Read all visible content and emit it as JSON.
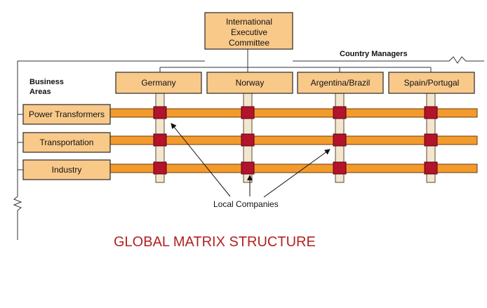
{
  "executive": {
    "lines": [
      "International",
      "Executive",
      "Committee"
    ]
  },
  "country_managers_label": "Country Managers",
  "business_areas_label": [
    "Business",
    "Areas"
  ],
  "countries": [
    "Germany",
    "Norway",
    "Argentina/Brazil",
    "Spain/Portugal"
  ],
  "business_areas": [
    "Power Transformers",
    "Transportation",
    "Industry"
  ],
  "local_companies_label": "Local Companies",
  "title": "GLOBAL MATRIX STRUCTURE",
  "colors": {
    "box_fill": "#f9c98a",
    "beam": "#f39a2c",
    "node": "#b3132b",
    "title": "#b22222"
  }
}
